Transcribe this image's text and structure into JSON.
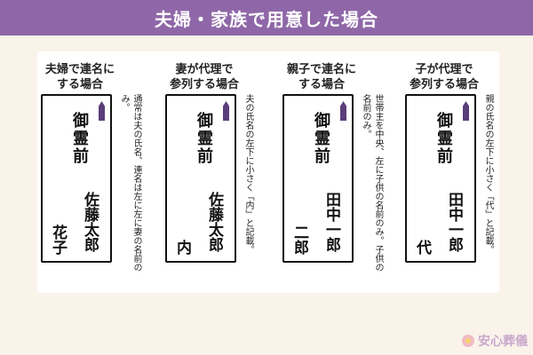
{
  "title": "夫婦・家族で用意した場合",
  "logo": "安心葬儀",
  "columns": [
    {
      "title_l1": "夫婦で連名に",
      "title_l2": "する場合",
      "sub": "御霊前",
      "main": "佐藤太郎",
      "extra": "花子",
      "note": "通常は夫の氏名、連名は左に左に妻の名前のみ。"
    },
    {
      "title_l1": "妻が代理で",
      "title_l2": "参列する場合",
      "sub": "御霊前",
      "main": "佐藤太郎",
      "extra": "内",
      "note": "夫の氏名の左下に小さく「内」と記載。"
    },
    {
      "title_l1": "親子で連名に",
      "title_l2": "する場合",
      "sub": "御霊前",
      "main": "田中一郎",
      "extra": "二郎",
      "note": "世帯主を中央、左に子供の名前のみ。子供の名前のみ。"
    },
    {
      "title_l1": "子が代理で",
      "title_l2": "参列する場合",
      "sub": "御霊前",
      "main": "田中一郎",
      "extra": "代",
      "note": "親の氏名の左下に小さく「代」と記載。"
    }
  ],
  "colors": {
    "title_bg": "#8f67a8",
    "page_bg": "#faf3ea",
    "mark": "#5a3e7a"
  }
}
